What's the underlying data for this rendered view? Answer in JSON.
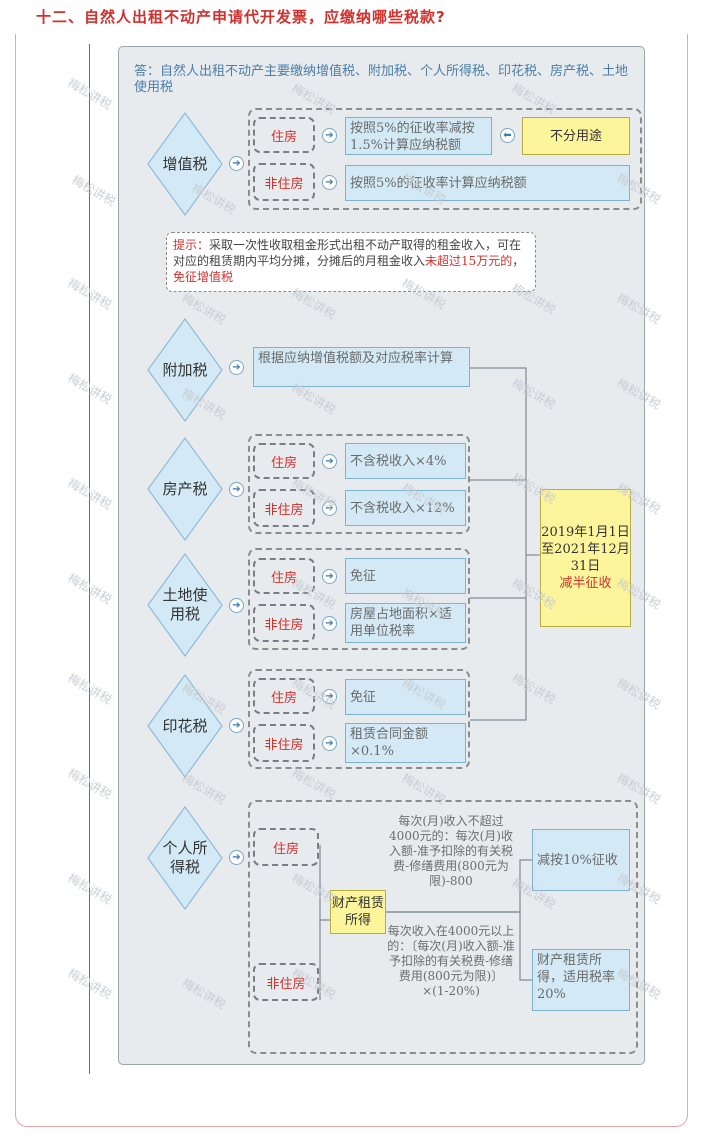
{
  "title": "十二、自然人出租不动产申请代开发票，应缴纳哪些税款?",
  "answer": "答：自然人出租不动产主要缴纳增值税、附加税、个人所得税、印花税、房产税、土地使用税",
  "taxes": {
    "vat": "增值税",
    "surcharge": "附加税",
    "property": "房产税",
    "land_use": "土地使用税",
    "stamp": "印花税",
    "income": "个人所得税"
  },
  "labels": {
    "residential": "住房",
    "non_residential": "非住房"
  },
  "vat": {
    "residential_rule": "按照5%的征收率减按1.5%计算应纳税额",
    "no_purpose": "不分用途",
    "nonres_rule": "按照5%的征收率计算应纳税额"
  },
  "tip": {
    "prefix": "提示：",
    "text": "采取一次性收取租金形式出租不动产取得的租金收入，可在对应的租赁期内平均分摊，分摊后的月租金收入",
    "threshold": "未超过15万元的",
    "comma": "，",
    "exempt": "免征增值税"
  },
  "surcharge_rule": "根据应纳增值税额及对应税率计算",
  "property": {
    "residential_rule": "不含税收入×4%",
    "nonres_rule": "不含税收入×12%"
  },
  "land_use": {
    "residential_rule": "免征",
    "nonres_rule": "房屋占地面积×适用单位税率"
  },
  "stamp": {
    "residential_rule": "免征",
    "nonres_rule": "租赁合同金额×0.1%"
  },
  "halving": {
    "period": "2019年1月1日至2021年12月31日",
    "benefit": "减半征收"
  },
  "income": {
    "rental_income": "财产租赁所得",
    "case_low": "每次(月)收入不超过4000元的：每次(月)收入额-准予扣除的有关税费-修缮费用(800元为限)-800",
    "case_high": "每次收入在4000元以上的：〔每次(月)收入额-准予扣除的有关税费-修缮费用(800元为限)〕×(1-20%)",
    "rate_low": "减按10%征收",
    "rate_high": "财产租赁所得，适用税率20%"
  },
  "watermark": "梅松讲税",
  "colors": {
    "title_red": "#d0312d",
    "diamond_fill": "#d3eaf6",
    "box_fill": "#d3eaf6",
    "highlight_yellow": "#fdf59b"
  }
}
